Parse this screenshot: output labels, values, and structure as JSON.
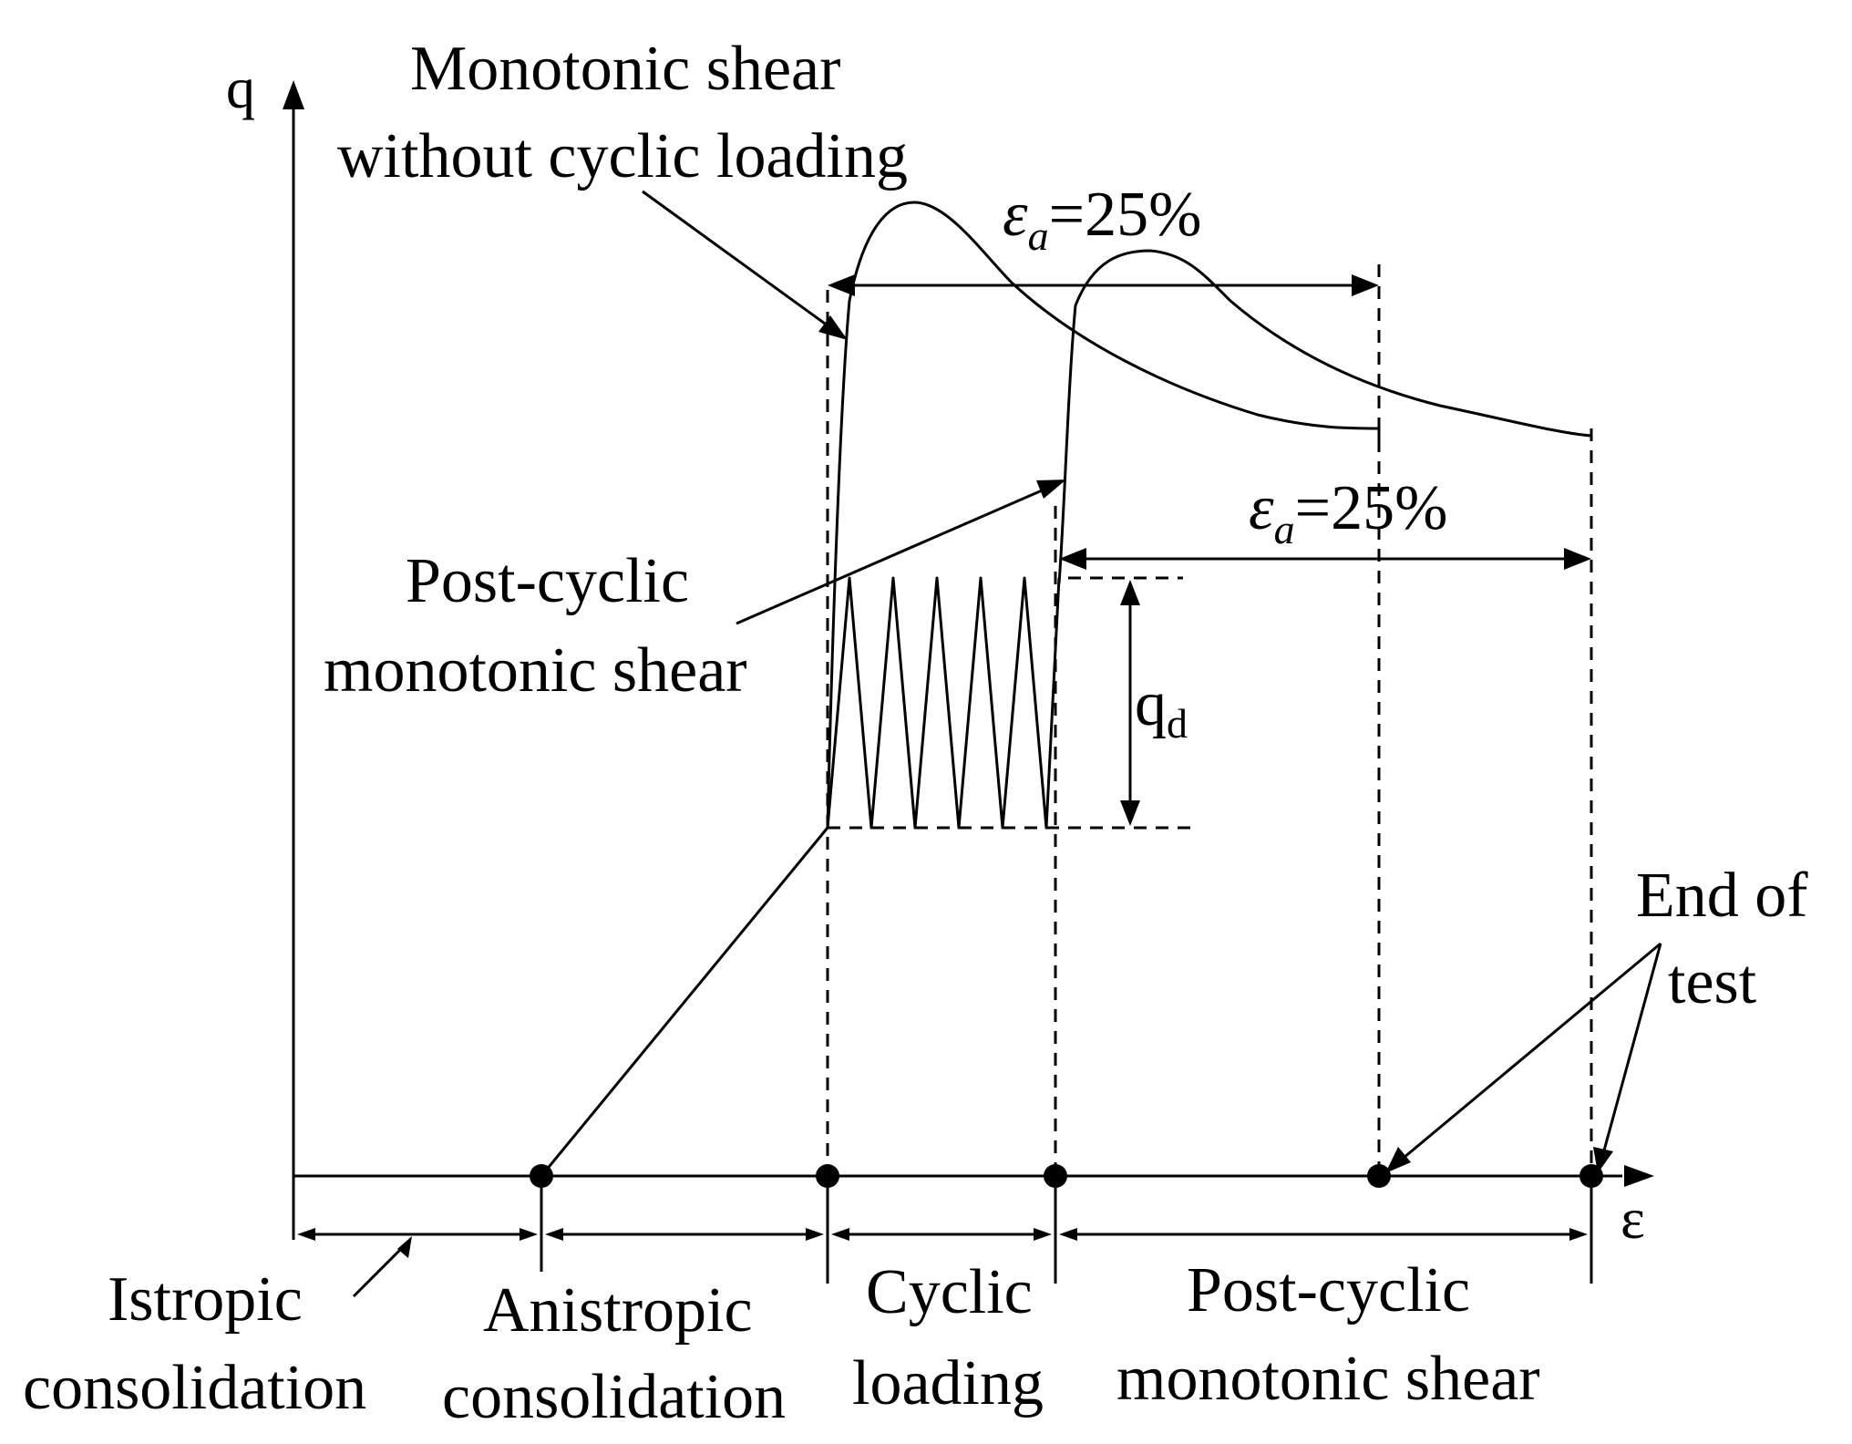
{
  "axes": {
    "y_label": "q",
    "x_label": "ε"
  },
  "annotations": {
    "monotonic_line1": "Monotonic shear",
    "monotonic_line2": "without cyclic loading",
    "strain_upper_symbol": "ε",
    "strain_upper_sub": "a",
    "strain_upper_value": "=25%",
    "strain_lower_symbol": "ε",
    "strain_lower_sub": "a",
    "strain_lower_value": "=25%",
    "postcyclic_line1": "Post-cyclic",
    "postcyclic_line2": "monotonic shear",
    "qd_main": "q",
    "qd_sub": "d",
    "end_line1": "End of",
    "end_line2": "test"
  },
  "stages": {
    "istropic_line1": "Istropic",
    "istropic_line2": "consolidation",
    "anistropic_line1": "Anistropic",
    "anistropic_line2": "consolidation",
    "cyclic_line1": "Cyclic",
    "cyclic_line2": "loading",
    "postcyclic_line1": "Post-cyclic",
    "postcyclic_line2": "monotonic shear"
  }
}
